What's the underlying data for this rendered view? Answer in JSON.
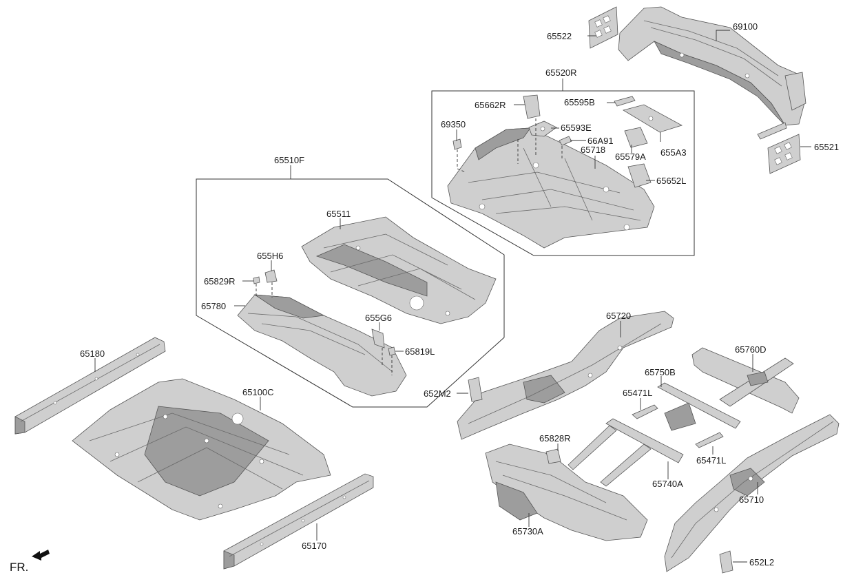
{
  "front_label": "FR.",
  "groups": {
    "front_floor_assy": "65510F",
    "rear_floor_assy": "65520R"
  },
  "labels": {
    "p69100": "69100",
    "p65522": "65522",
    "p65521": "65521",
    "p65520R": "65520R",
    "p65662R": "65662R",
    "p65595B": "65595B",
    "p69350": "69350",
    "p65593E": "65593E",
    "p66A91": "66A91",
    "p65718": "65718",
    "p65579A": "65579A",
    "p655A3": "655A3",
    "p65652L": "65652L",
    "p65510F": "65510F",
    "p65511": "65511",
    "p655H6": "655H6",
    "p65829R": "65829R",
    "p65780": "65780",
    "p655G6": "655G6",
    "p65819L": "65819L",
    "p65180": "65180",
    "p65100C": "65100C",
    "p65170": "65170",
    "p65720": "65720",
    "p652M2": "652M2",
    "p65760D": "65760D",
    "p65750B": "65750B",
    "p65471L_a": "65471L",
    "p65471L_b": "65471L",
    "p65828R": "65828R",
    "p65740A": "65740A",
    "p65710": "65710",
    "p65730A": "65730A",
    "p652L2": "652L2"
  }
}
